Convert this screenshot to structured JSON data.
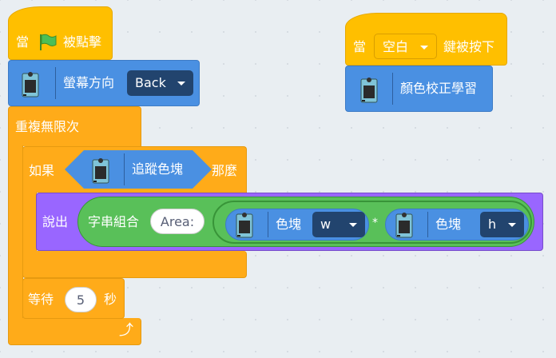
{
  "script1": {
    "hat": {
      "when": "當",
      "flag_icon": "green-flag-icon",
      "clicked": "被點擊"
    },
    "orientation": {
      "label": "螢幕方向",
      "value": "Back"
    },
    "forever": {
      "label": "重複無限次"
    },
    "if_block": {
      "if": "如果",
      "condition": "追蹤色塊",
      "then": "那麼"
    },
    "say": {
      "label": "說出",
      "join": "字串組合",
      "text": "Area:",
      "block1": {
        "label": "色塊",
        "value": "w"
      },
      "operator": "*",
      "block2": {
        "label": "色塊",
        "value": "h"
      }
    },
    "wait": {
      "label": "等待",
      "value": "5",
      "unit": "秒"
    }
  },
  "script2": {
    "hat": {
      "when": "當",
      "key": "空白",
      "pressed": "鍵被按下"
    },
    "calibrate": {
      "label": "顏色校正學習"
    }
  },
  "colors": {
    "event": "#ffbf00",
    "control": "#ffab19",
    "extension": "#4a90e2",
    "looks": "#9966ff",
    "operator": "#59c059"
  }
}
